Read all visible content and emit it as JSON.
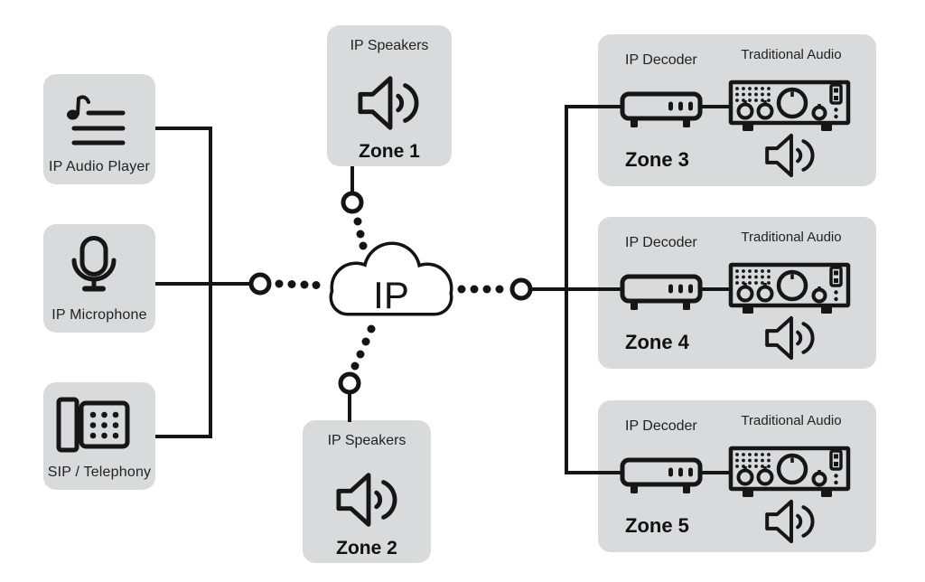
{
  "cloud": {
    "label": "IP",
    "icon": "ip-cloud-icon"
  },
  "sources": [
    {
      "label": "IP Audio Player",
      "icon": "music-playlist-icon"
    },
    {
      "label": "IP Microphone",
      "icon": "microphone-icon"
    },
    {
      "label": "SIP / Telephony",
      "icon": "desk-phone-icon"
    }
  ],
  "speaker_zones": [
    {
      "heading": "IP Speakers",
      "zone_label": "Zone 1",
      "icon": "speaker-icon"
    },
    {
      "heading": "IP Speakers",
      "zone_label": "Zone 2",
      "icon": "speaker-icon"
    }
  ],
  "decoder_zones": [
    {
      "decoder_label": "IP Decoder",
      "audio_label": "Traditional Audio",
      "zone_label": "Zone 3"
    },
    {
      "decoder_label": "IP Decoder",
      "audio_label": "Traditional Audio",
      "zone_label": "Zone 4"
    },
    {
      "decoder_label": "IP Decoder",
      "audio_label": "Traditional Audio",
      "zone_label": "Zone 5"
    }
  ],
  "colors": {
    "background": "#ffffff",
    "box_fill": "#d8dadb",
    "line": "#151515",
    "text": "#1a1a1a",
    "node_fill": "#ffffff"
  }
}
